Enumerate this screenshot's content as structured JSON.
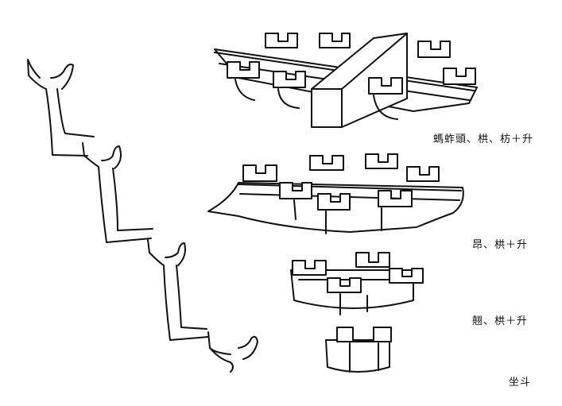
{
  "labels": {
    "tier1": "螞蚱頭、栱、枋＋升",
    "tier2": "昂、栱＋升",
    "tier3": "翹、栱＋升",
    "tier4": "坐斗"
  },
  "colors": {
    "ink": "#111111",
    "paper": "#ffffff"
  }
}
